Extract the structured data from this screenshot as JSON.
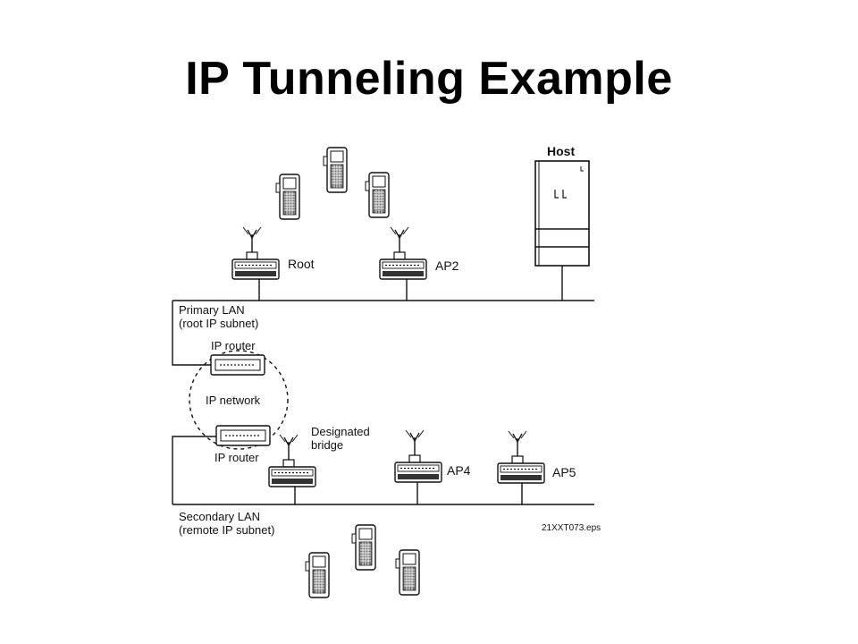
{
  "title": "IP Tunneling Example",
  "labels": {
    "host": "Host",
    "root": "Root",
    "ap2": "AP2",
    "ap4": "AP4",
    "ap5": "AP5",
    "primary_lan_1": "Primary LAN",
    "primary_lan_2": "(root IP subnet)",
    "ip_router_top": "IP router",
    "ip_network": "IP network",
    "ip_router_bottom": "IP router",
    "designated_1": "Designated",
    "designated_2": "bridge",
    "secondary_lan_1": "Secondary LAN",
    "secondary_lan_2": "(remote IP subnet)",
    "file_ref": "21XXT073.eps"
  },
  "colors": {
    "line": "#111111",
    "device_fill": "#ffffff",
    "dark": "#222222"
  },
  "icons": [
    "handheld-terminal-icon",
    "access-point-icon",
    "router-icon",
    "host-computer-icon"
  ]
}
